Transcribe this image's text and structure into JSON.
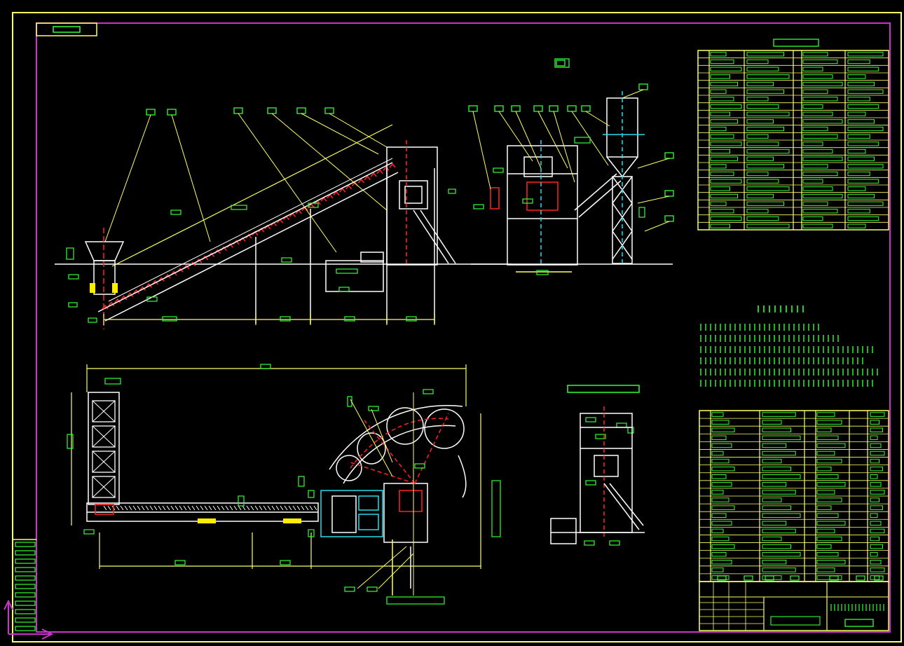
{
  "drawing": {
    "title": "",
    "watermark": ""
  },
  "colors": {
    "background": "#000000",
    "frame": "#ffff66",
    "border": "#cc33cc",
    "structure": "#ffffff",
    "label": "#33ff33",
    "leader": "#ffff66",
    "belt": "#ff2222",
    "axis": "#ff2222",
    "cyan": "#22ddee",
    "fill_yellow": "#ffee00"
  },
  "views": [
    "belt-conveyor-elevation",
    "mixing-station-side-elevation",
    "plant-plan-view",
    "mixing-tower-end-elevation"
  ],
  "tables": [
    "parts-list-upper",
    "technical-notes",
    "parts-list-lower",
    "title-block"
  ]
}
